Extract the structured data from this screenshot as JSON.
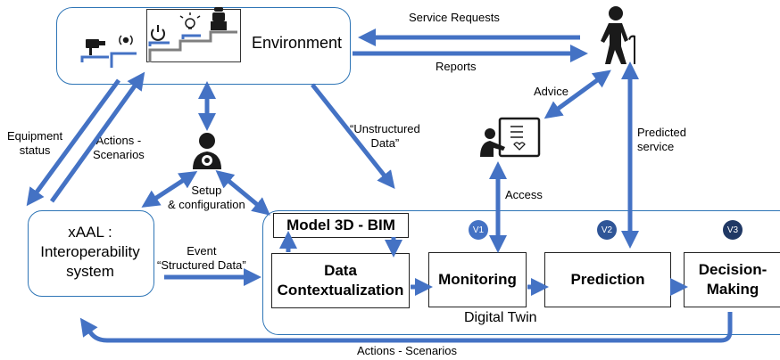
{
  "nodes": {
    "environment": "Environment",
    "xaal": "xAAL :\nInteroperability\nsystem",
    "model3d": "Model 3D - BIM",
    "data_contextualization": "Data\nContextualization",
    "monitoring": "Monitoring",
    "prediction": "Prediction",
    "decision_making": "Decision-\nMaking",
    "digital_twin": "Digital Twin"
  },
  "badges": {
    "v1": "V1",
    "v2": "V2",
    "v3": "V3"
  },
  "edge_labels": {
    "service_requests": "Service Requests",
    "reports": "Reports",
    "advice": "Advice",
    "predicted_service": "Predicted\nservice",
    "access": "Access",
    "unstructured_data": "“Unstructured\nData”",
    "equipment_status": "Equipment\nstatus",
    "actions_scenarios_left": "Actions -\nScenarios",
    "setup_configuration": "Setup\n& configuration",
    "event_structured": "Event\n“Structured Data”",
    "actions_scenarios_bottom": "Actions - Scenarios"
  },
  "colors": {
    "arrow": "#4472c4",
    "arrow_dark": "#2f5597",
    "box_border": "#2e75b6",
    "badge_v1": "#4472c4",
    "badge_v2": "#2f5597",
    "badge_v3": "#203864",
    "icon_dark": "#1a1a1a"
  },
  "icons": [
    "camera-icon",
    "sensor-icon",
    "power-icon",
    "bulb-icon",
    "robot-icon",
    "elderly-person-icon",
    "operator-icon",
    "monitor-screen-icon"
  ]
}
